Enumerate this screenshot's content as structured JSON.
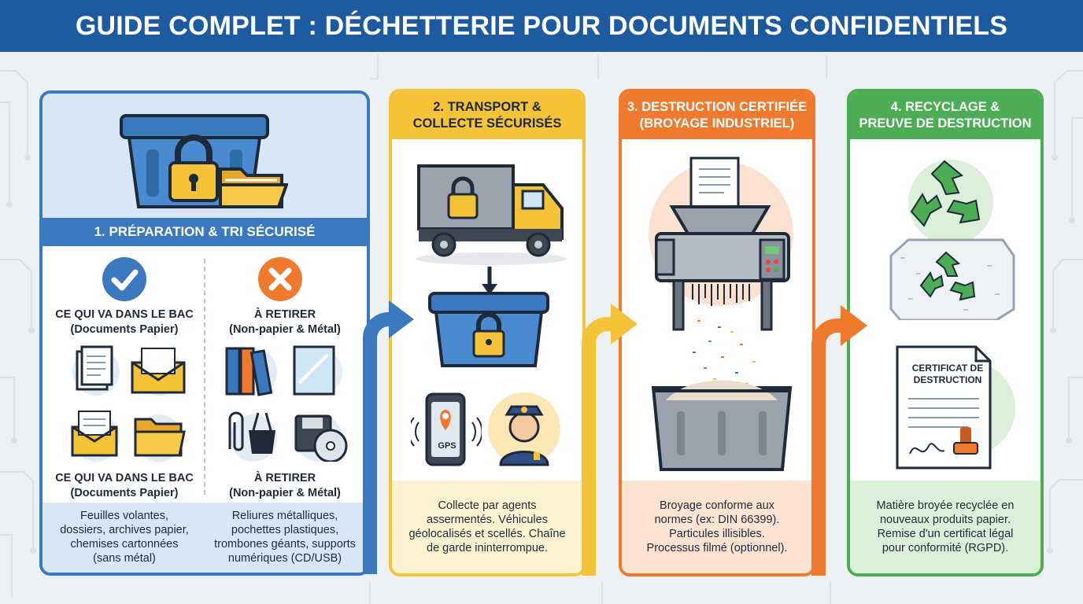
{
  "title": "GUIDE COMPLET : DÉCHETTERIE POUR DOCUMENTS CONFIDENTIELS",
  "colors": {
    "header": "#1d5aa0",
    "step1": "#3a78bf",
    "step2": "#f4c338",
    "step3": "#ef7a2e",
    "step4": "#4cad54"
  },
  "step1": {
    "heading": "1. PRÉPARATION & TRI SÉCURISÉ",
    "accept": {
      "title": "CE QUI VA DANS LE BAC",
      "subtitle": "(Documents Papier)",
      "title_repeat": "CE QUI VA DANS LE BAC",
      "subtitle_repeat": "(Documents Papier)",
      "line1": "Feuilles volantes,",
      "line2": "dossiers, archives papier,",
      "line3": "chemises cartonnées",
      "line4": "(sans métal)",
      "icons": [
        "check-icon",
        "document-stack-icon",
        "envelope-icon",
        "open-envelope-icon",
        "folder-icon"
      ]
    },
    "reject": {
      "title": "À RETIRER",
      "subtitle": "(Non-papier & Métal)",
      "title_repeat": "À RETIRER",
      "subtitle_repeat": "(Non-papier & Métal)",
      "line1": "Reliures métalliques,",
      "line2": "pochettes plastiques,",
      "line3": "trombones géants, supports",
      "line4": "numériques (CD/USB)",
      "icons": [
        "cross-icon",
        "binders-icon",
        "plastic-sleeve-icon",
        "paperclip-icon",
        "binder-clip-icon",
        "floppy-disk-icon",
        "cd-icon"
      ]
    }
  },
  "step2": {
    "heading_line1": "2. TRANSPORT &",
    "heading_line2": "COLLECTE SÉCURISÉS",
    "gps_label": "GPS",
    "text_line1": "Collecte par agents",
    "text_line2": "assermentés. Véhicules",
    "text_line3": "géolocalisés et scellés. Chaîne",
    "text_line4": "de garde ininterrompue."
  },
  "step3": {
    "heading_line1": "3. DESTRUCTION CERTIFIÉE",
    "heading_line2": "(BROYAGE INDUSTRIEL)",
    "text_line1": "Broyage conforme aux",
    "text_line2": "normes (ex: DIN 66399).",
    "text_line3": "Particules illisibles.",
    "text_line4": "Processus filmé (optionnel)."
  },
  "step4": {
    "heading_line1": "4. RECYCLAGE &",
    "heading_line2": "PREUVE DE DESTRUCTION",
    "certificate_line1": "CERTIFICAT DE",
    "certificate_line2": "DESTRUCTION",
    "text_line1": "Matière broyée recyclée en",
    "text_line2": "nouveaux produits papier.",
    "text_line3": "Remise d'un certificat légal",
    "text_line4": "pour conformité (RGPD)."
  }
}
